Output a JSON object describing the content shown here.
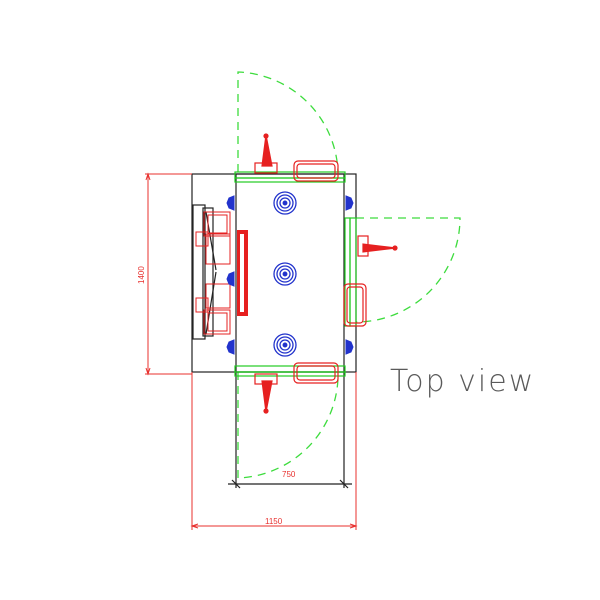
{
  "title": "Top view",
  "dimensions": {
    "height": "1400",
    "clear_width": "750",
    "overall_width": "1150"
  },
  "colors": {
    "outline": "#222222",
    "dimension": "#e8302e",
    "door_swing": "#3ddc3d",
    "frame_green": "#22cc22",
    "hardware_red": "#e62020",
    "caster_blue": "#2233cc",
    "title_text": "#5a5a5a"
  },
  "components": {
    "doors": [
      {
        "position": "top",
        "swing": "quarter-arc dashed"
      },
      {
        "position": "right",
        "swing": "quarter-arc dashed"
      },
      {
        "position": "bottom",
        "swing": "quarter-arc dashed"
      }
    ],
    "casters_center": 3,
    "side_casters": 6,
    "red_bar": "left-inner-panel"
  }
}
